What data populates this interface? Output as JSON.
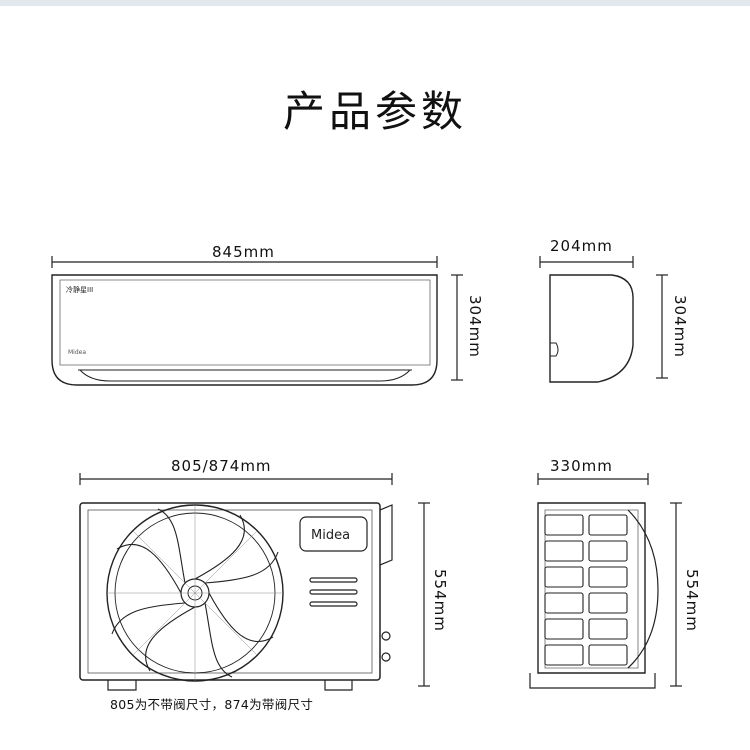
{
  "page": {
    "title": "产品参数",
    "footnote": "805为不带阀尺寸，874为带阀尺寸"
  },
  "indoor_unit": {
    "width_label": "845mm",
    "height_label": "304mm",
    "panel_badge": "冷静星III",
    "panel_logo": "Midea"
  },
  "indoor_side": {
    "depth_label": "204mm",
    "height_label": "304mm"
  },
  "outdoor_unit": {
    "width_label": "805/874mm",
    "height_label": "554mm",
    "brand_logo": "Midea"
  },
  "outdoor_side": {
    "depth_label": "330mm",
    "height_label": "554mm"
  },
  "colors": {
    "line": "#222222",
    "strip": "#e3e8ef"
  }
}
